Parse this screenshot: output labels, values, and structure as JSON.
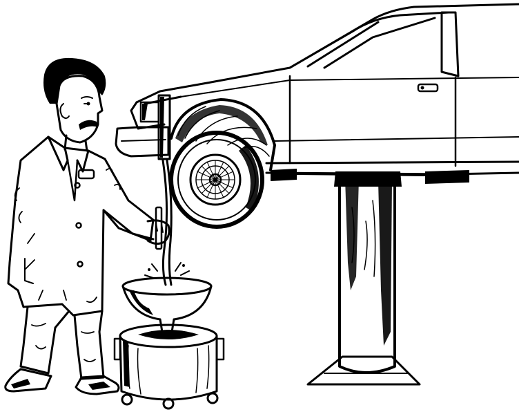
{
  "colors": {
    "ink": "#000000",
    "paper": "#ffffff"
  },
  "scene": {
    "style": "black-and-white line drawing",
    "subjects": [
      "mechanic-in-lab-coat",
      "car-on-hydraulic-lift",
      "oil-funnel",
      "drain-container"
    ]
  }
}
